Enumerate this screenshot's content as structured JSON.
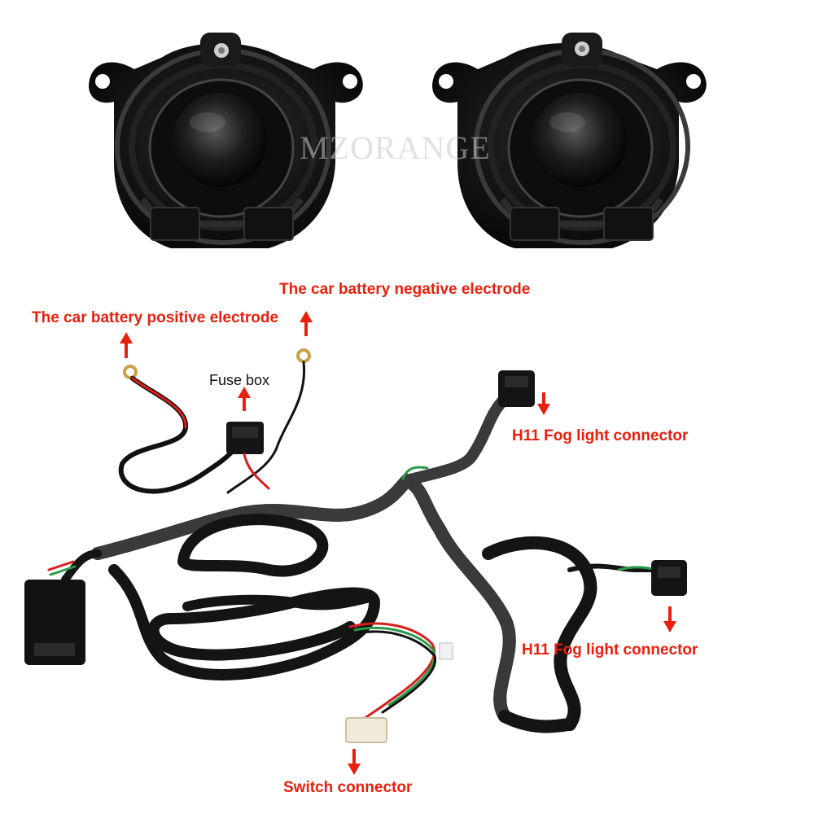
{
  "watermark": "MZORANGE",
  "labels": {
    "battery_negative": "The car battery negative electrode",
    "battery_positive": "The car battery positive electrode",
    "fuse_box": "Fuse box",
    "fog_connector_top": "H11 Fog light connector",
    "fog_connector_right": "H11 Fog light connector",
    "switch_connector": "Switch  connector"
  },
  "colors": {
    "annotation": "#e8200c",
    "harness": "#111111",
    "red_wire": "#d81e1e",
    "green_wire": "#2a9a4a"
  }
}
